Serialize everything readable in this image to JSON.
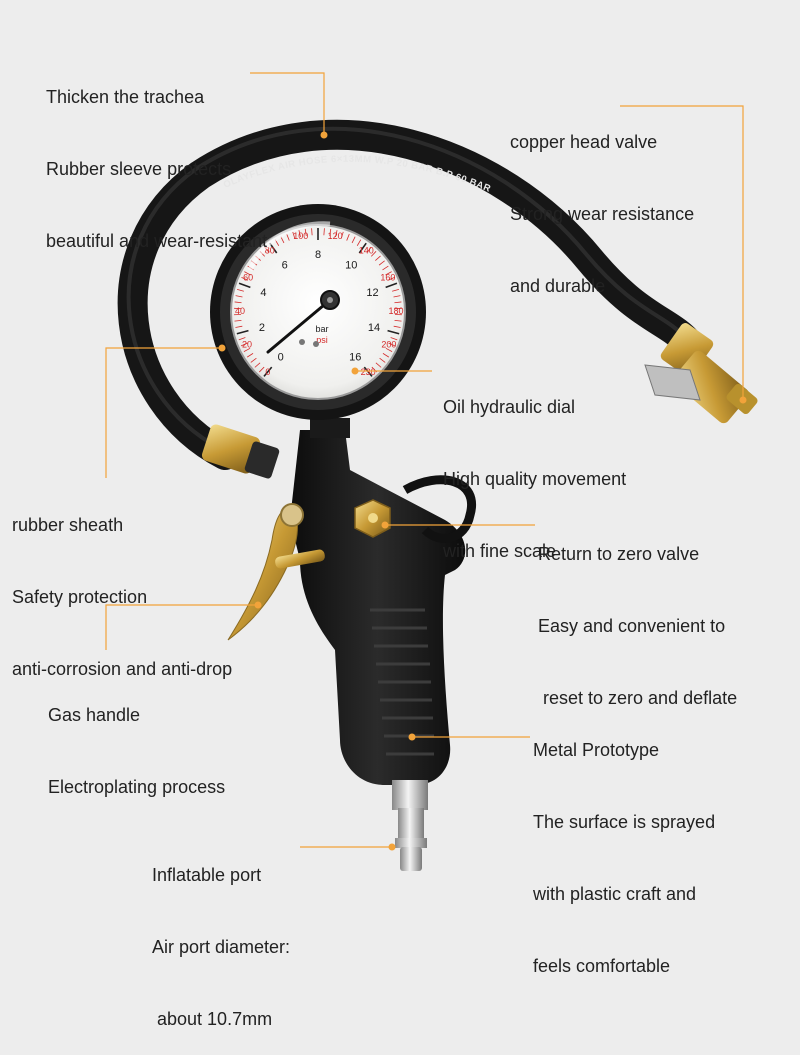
{
  "hose_print": "OLAYFLEX AIR HOSE 6×13MM W.P 20 BAR B.P 60 BAR",
  "gauge": {
    "bar_label": "bar",
    "psi_label": "psi",
    "bar_ticks": [
      "0",
      "2",
      "4",
      "6",
      "8",
      "10",
      "12",
      "14",
      "16"
    ],
    "psi_ticks": [
      "0",
      "20",
      "40",
      "60",
      "80",
      "100",
      "120",
      "140",
      "160",
      "180",
      "200",
      "230"
    ]
  },
  "colors": {
    "callout_line": "#f2a33a",
    "text": "#222222",
    "hose": "#1b1b1b",
    "brass": "#c9a54a",
    "psi_scale": "#d42a2a"
  },
  "callouts": {
    "trachea": {
      "line1": "Thicken the trachea",
      "line2": "Rubber sleeve protects",
      "line3": "beautiful and wear-resistant"
    },
    "copper": {
      "line1": "copper head valve",
      "line2": "Strong wear resistance",
      "line3": "and durable"
    },
    "dial": {
      "line1": "Oil hydraulic dial",
      "line2": "High quality movement",
      "line3": "with fine scale"
    },
    "sheath": {
      "line1": "rubber sheath",
      "line2": "Safety protection",
      "line3": "anti-corrosion and anti-drop"
    },
    "zero": {
      "line1": "Return to zero valve",
      "line2": "Easy and convenient to",
      "line3": " reset to zero and deflate"
    },
    "handle": {
      "line1": "Gas handle",
      "line2": "Electroplating process"
    },
    "metal": {
      "line1": "Metal Prototype",
      "line2": "The surface is sprayed",
      "line3": "with plastic craft and",
      "line4": "feels comfortable"
    },
    "port": {
      "line1": "Inflatable port",
      "line2": "Air port diameter:",
      "line3": " about 10.7mm"
    }
  }
}
